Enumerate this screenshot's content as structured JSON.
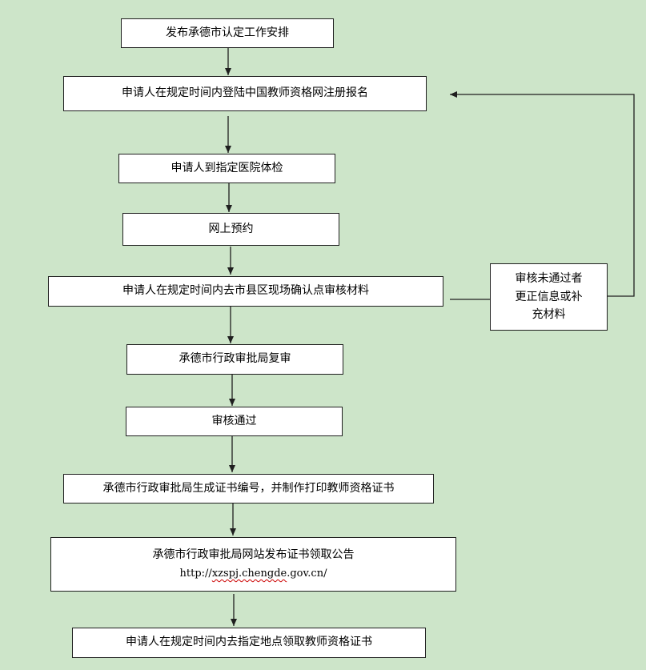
{
  "steps": [
    "发布承德市认定工作安排",
    "申请人在规定时间内登陆中国教师资格网注册报名",
    "申请人到指定医院体检",
    "网上预约",
    "申请人在规定时间内去市县区现场确认点审核材料",
    "承德市行政审批局复审",
    "审核通过",
    "承德市行政审批局生成证书编号，并制作打印教师资格证书",
    "承德市行政审批局网站发布证书领取公告",
    "申请人在规定时间内去指定地点领取教师资格证书"
  ],
  "url": {
    "prefix": "http://",
    "host_underlined": "xzspj.chengde",
    "suffix": ".gov.cn/"
  },
  "side_note": {
    "line1": "审核未通过者",
    "line2": "更正信息或补",
    "line3": "充材料"
  },
  "colors": {
    "background": "#cde5c9",
    "box_fill": "#ffffff",
    "line": "#1f1f1f",
    "spellcheck_underline": "#cc0000"
  }
}
